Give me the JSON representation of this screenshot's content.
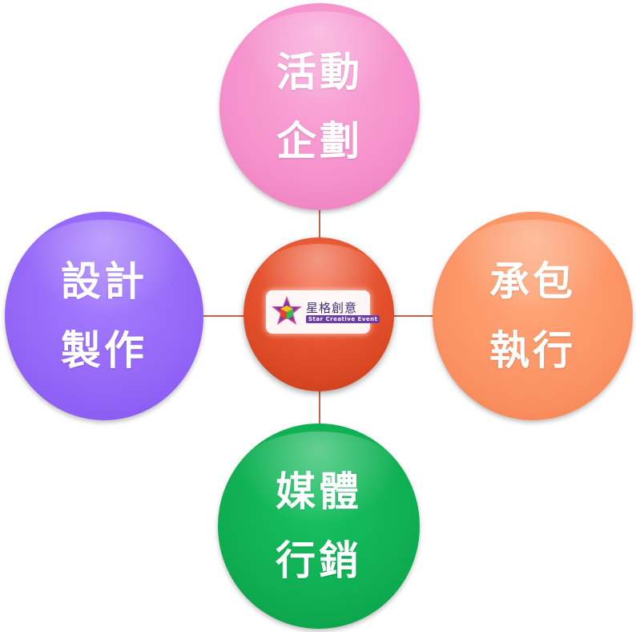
{
  "colors": {
    "connector": "#c9604a",
    "top": "#f590cc",
    "left": "#9466f7",
    "right": "#fb9364",
    "bottom": "#0fae52",
    "center": "#e24e2a",
    "text": "#ffffff"
  },
  "center": {
    "logo_icon": "star-cube-logo-icon",
    "logo_title": "星格創意",
    "logo_subtitle": "Star Creative Event"
  },
  "nodes": {
    "top": {
      "line1": "活動",
      "line2": "企劃"
    },
    "left": {
      "line1": "設計",
      "line2": "製作"
    },
    "right": {
      "line1": "承包",
      "line2": "執行"
    },
    "bottom": {
      "line1": "媒體",
      "line2": "行銷"
    }
  }
}
